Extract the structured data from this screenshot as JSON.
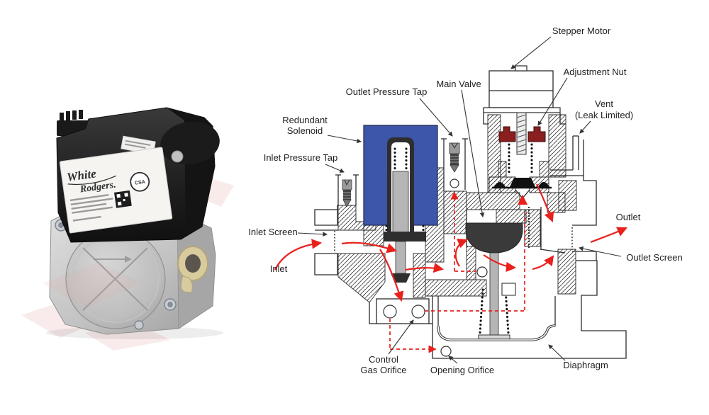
{
  "page": {
    "background": "#ffffff"
  },
  "photo": {
    "brand_line1": "White",
    "brand_line2": "Rodgers.",
    "csa_mark": "CSA"
  },
  "diagram": {
    "labels": {
      "stepper_motor": "Stepper Motor",
      "adjustment_nut": "Adjustment Nut",
      "main_valve": "Main Valve",
      "outlet_pressure_tap": "Outlet Pressure Tap",
      "vent_line1": "Vent",
      "vent_line2": "(Leak Limited)",
      "redundant_solenoid_line1": "Redundant",
      "redundant_solenoid_line2": "Solenoid",
      "inlet_pressure_tap": "Inlet Pressure Tap",
      "inlet_screen": "Inlet Screen",
      "inlet": "Inlet",
      "outlet": "Outlet",
      "outlet_screen": "Outlet Screen",
      "control_gas_orifice_line1": "Control",
      "control_gas_orifice_line2": "Gas Orifice",
      "opening_orifice": "Opening Orifice",
      "diaphragm": "Diaphragm"
    },
    "colors": {
      "solenoid_blue": "#3d56a9",
      "adjustment_nut_red": "#8b1e1e",
      "flow_red": "#e8211d",
      "outline_black": "#2b2b2b",
      "valve_dark": "#3a3a3a",
      "metal_gray": "#b5b5b5"
    }
  }
}
